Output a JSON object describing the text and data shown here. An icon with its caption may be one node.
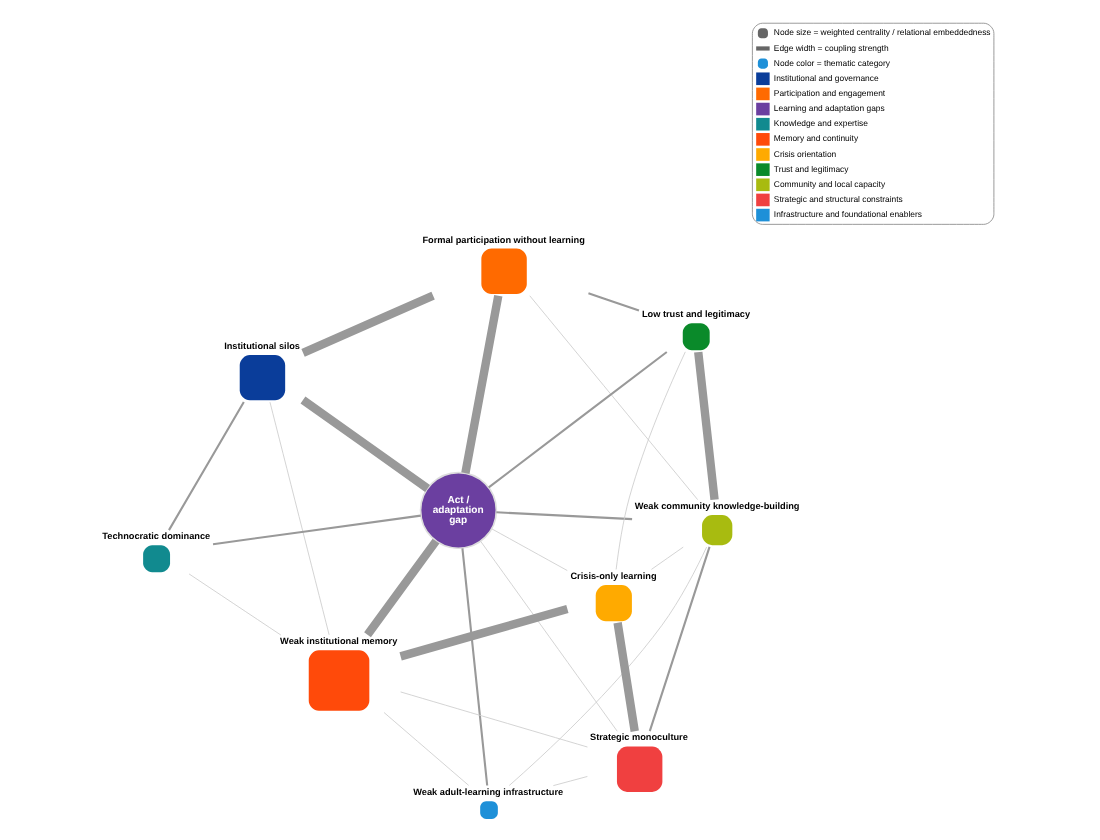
{
  "diagram": {
    "nodes": [
      {
        "text": [
          "Institutional silos"
        ]
      },
      {
        "text": [
          "Formal participation without learning"
        ]
      },
      {
        "text": [
          "Technocratic dominance"
        ]
      },
      {
        "text": [
          "Act / adaptation gap"
        ]
      },
      {
        "text": [
          "Low trust and legitimacy"
        ]
      },
      {
        "text": [
          "Weak institutional memory"
        ]
      },
      {
        "text": [
          "Weak adult-learning infrastructure"
        ]
      },
      {
        "text": [
          "Weak community knowledge-building"
        ]
      },
      {
        "text": [
          "Crisis-only learning"
        ]
      },
      {
        "text": [
          "Strategic monoculture"
        ]
      }
    ],
    "edges": [
      {
        "from": 0,
        "to": 1,
        "arrow": "none",
        "style": "thick"
      },
      {
        "from": 0,
        "to": 3,
        "arrow": "none",
        "style": "thick"
      },
      {
        "from": 0,
        "to": 2,
        "arrow": "none"
      },
      {
        "from": 0,
        "to": 5,
        "arrow": "none",
        "color": "#cccccc"
      },
      {
        "from": 1,
        "to": 3,
        "arrow": "none",
        "style": "thick"
      },
      {
        "from": 1,
        "to": 4,
        "arrow": "none"
      },
      {
        "from": 1,
        "to": 7,
        "arrow": "none",
        "color": "#cccccc"
      },
      {
        "from": 2,
        "to": 3,
        "arrow": "none"
      },
      {
        "from": 2,
        "to": 5,
        "arrow": "none",
        "color": "#cccccc"
      },
      {
        "from": 3,
        "to": 4,
        "arrow": "none"
      },
      {
        "from": 3,
        "to": 5,
        "arrow": "none",
        "style": "thick"
      },
      {
        "from": 3,
        "to": 6,
        "arrow": "none"
      },
      {
        "from": 3,
        "to": 7,
        "arrow": "none"
      },
      {
        "from": 3,
        "to": 9,
        "arrow": "none",
        "color": "#cccccc"
      },
      {
        "from": 3,
        "to": 8,
        "arrow": "none",
        "color": "#cccccc"
      },
      {
        "from": 4,
        "to": 7,
        "arrow": "none",
        "style": "thick"
      },
      {
        "from": 4,
        "to": 8,
        "arrow": "none",
        "color": "#cccccc"
      },
      {
        "from": 5,
        "to": 8,
        "arrow": "none",
        "style": "thick"
      },
      {
        "from": 5,
        "to": 6,
        "arrow": "none",
        "color": "#cccccc"
      },
      {
        "from": 5,
        "to": 9,
        "arrow": "none",
        "color": "#cccccc"
      },
      {
        "from": 6,
        "to": 7,
        "arrow": "none",
        "color": "#cccccc"
      },
      {
        "from": 6,
        "to": 9,
        "arrow": "none",
        "color": "#cccccc"
      },
      {
        "from": 8,
        "to": 7,
        "arrow": "none",
        "color": "#cccccc"
      },
      {
        "from": 7,
        "to": 9,
        "arrow": "none"
      },
      {
        "from": 8,
        "to": 9,
        "arrow": "none",
        "style": "thick"
      }
    ],
    "legend": [
      {
        "text": "Node size = weighted centrality / relational embeddedness"
      },
      {
        "text": "Edge width = coupling strength"
      },
      {
        "text": "Node color = thematic category"
      },
      {
        "text": "Institutional and governance",
        "color": "#0a3d9a"
      },
      {
        "text": "Participation and engagement",
        "color": "#ff6a00"
      },
      {
        "text": "Learning and adaptation gaps",
        "color": "#6b3fa0"
      },
      {
        "text": "Knowledge and expertise",
        "color": "#118a8f"
      },
      {
        "text": "Memory and continuity",
        "color": "#ff4a0a"
      },
      {
        "text": "Crisis orientation",
        "color": "#ffaa00"
      },
      {
        "text": "Trust and legitimacy",
        "color": "#0a8a2a"
      },
      {
        "text": "Community and local capacity",
        "color": "#a8bb10"
      },
      {
        "text": "Strategic and structural constraints",
        "color": "#f04040"
      },
      {
        "text": "Infrastructure and foundational enablers",
        "color": "#1e90d8"
      }
    ]
  }
}
